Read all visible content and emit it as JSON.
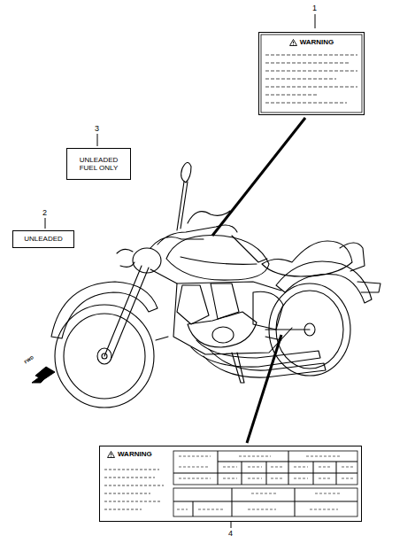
{
  "diagram": {
    "nodes": [
      {
        "text": [
          "WARNING"
        ]
      },
      {
        "text": [
          "UNLEADED FUEL ONLY"
        ]
      },
      {
        "text": [
          "UNLEADED"
        ]
      },
      {
        "text": [
          "WARNING"
        ]
      }
    ],
    "labels": [
      "1",
      "3",
      "2",
      "FWD",
      "4"
    ]
  }
}
